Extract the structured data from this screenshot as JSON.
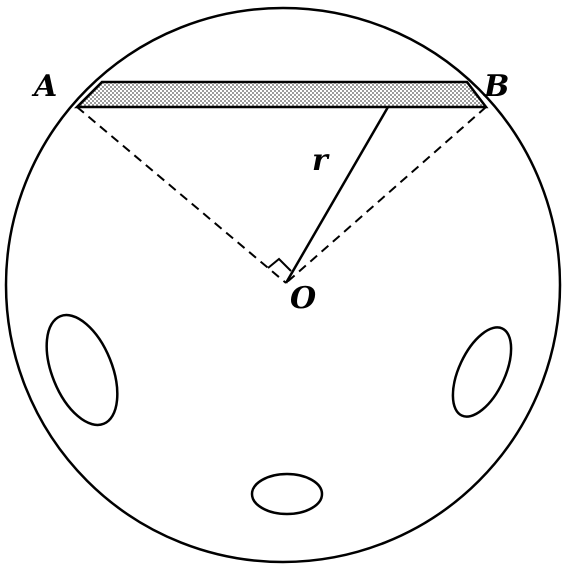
{
  "labels": {
    "point_a": "A",
    "point_b": "B",
    "center": "O",
    "radius": "r"
  },
  "colors": {
    "stroke": "#000000",
    "background": "#ffffff",
    "bar_fill": "#bdbdbd"
  }
}
